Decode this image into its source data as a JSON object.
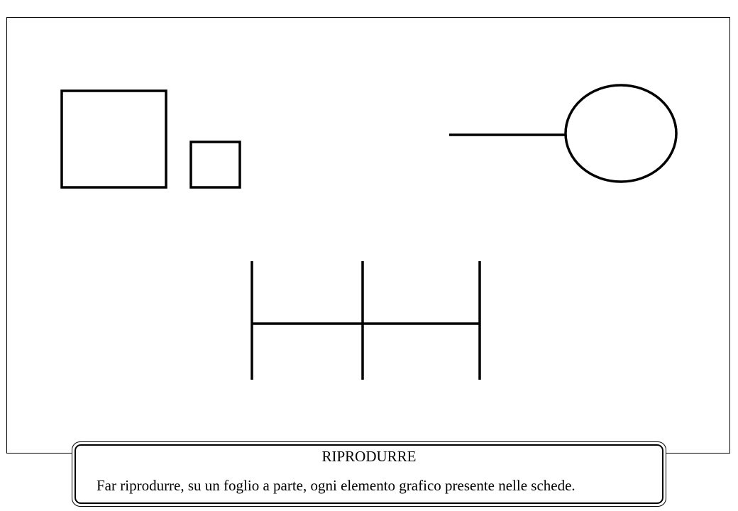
{
  "caption": {
    "title": "RIPRODURRE",
    "instruction": "Far riprodurre, su un foglio a parte, ogni elemento grafico presente nelle schede."
  },
  "shapes": [
    {
      "name": "large-square",
      "kind": "rectangle"
    },
    {
      "name": "small-square",
      "kind": "rectangle"
    },
    {
      "name": "line-with-circle",
      "kind": "line-and-ellipse"
    },
    {
      "name": "ladder-figure",
      "kind": "vertical-lines-with-crossbar"
    }
  ],
  "colors": {
    "stroke": "#000000",
    "background": "#ffffff"
  }
}
